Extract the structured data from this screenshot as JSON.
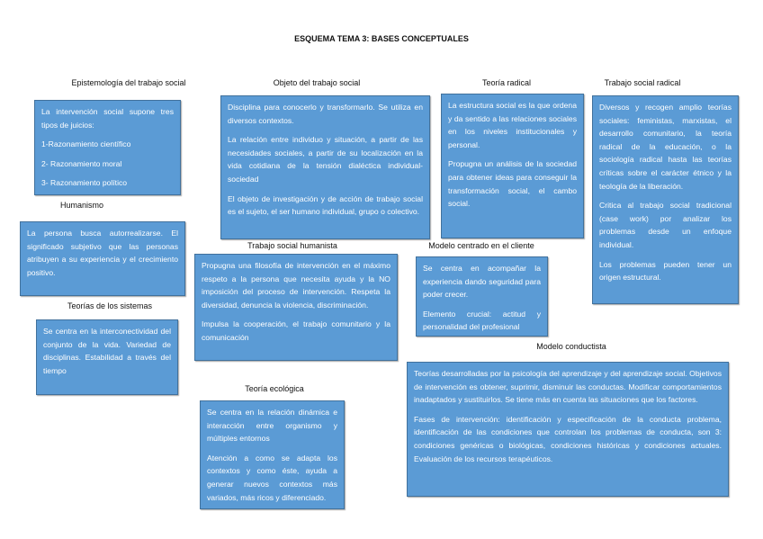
{
  "title": "ESQUEMA TEMA 3: BASES CONCEPTUALES",
  "sections": {
    "epistemologia": {
      "heading": "Epistemología del trabajo social",
      "paragraphs": [
        "La intervención social supone tres tipos de juicios:",
        "1-Razonamiento científico",
        "2- Razonamiento moral",
        "3- Razonamiento político"
      ]
    },
    "objeto": {
      "heading": "Objeto del trabajo social",
      "paragraphs": [
        "Disciplina para conocerlo y transformarlo. Se utiliza en diversos contextos.",
        "La relación entre individuo y situación, a partir de las necesidades sociales, a partir de su localización en la vida cotidiana de la tensión dialéctica individual-sociedad",
        "El objeto de investigación y de acción de trabajo social es el sujeto, el ser humano individual, grupo o colectivo."
      ]
    },
    "teoria_radical": {
      "heading": "Teoría radical",
      "paragraphs": [
        "La estructura social es la que ordena y da sentido a las relaciones sociales en los niveles institucionales y personal.",
        "Propugna un análisis de la sociedad para obtener ideas para conseguir la transformación social, el cambo social."
      ]
    },
    "trabajo_social_radical": {
      "heading": "Trabajo social radical",
      "paragraphs": [
        "Diversos y recogen amplio teorías sociales: feministas, marxistas, el desarrollo comunitario, la teoría radical de la educación, o la sociología radical hasta las teorías críticas sobre el carácter étnico y la teología de la liberación.",
        "Critica al trabajo social tradicional (case work) por analizar los problemas desde un enfoque individual.",
        "Los problemas pueden tener un origen estructural."
      ]
    },
    "humanismo": {
      "heading": "Humanismo",
      "paragraphs": [
        "La persona busca autorrealizarse. El significado subjetivo que las personas atribuyen a su experiencia y el crecimiento positivo."
      ]
    },
    "humanista": {
      "heading": "Trabajo social humanista",
      "paragraphs": [
        "Propugna una filosofía de intervención en el máximo respeto a la persona que necesita ayuda y la NO imposición del proceso de intervención. Respeta la diversidad, denuncia la violencia, discriminación.",
        "Impulsa la cooperación, el trabajo comunitario y la comunicación"
      ]
    },
    "cliente": {
      "heading": "Modelo centrado en el cliente",
      "paragraphs": [
        "Se centra en acompañar la experiencia dando seguridad para poder crecer.",
        "Elemento crucial: actitud y personalidad del profesional"
      ]
    },
    "sistemas": {
      "heading": "Teorías de los sistemas",
      "paragraphs": [
        "Se centra en la interconectividad del conjunto de la vida. Variedad de disciplinas. Estabilidad a través del tiempo"
      ]
    },
    "conductista": {
      "heading": "Modelo conductista",
      "paragraphs": [
        "Teorías desarrolladas por la psicología del aprendizaje y del aprendizaje social. Objetivos de intervención es obtener, suprimir, disminuir las conductas. Modificar comportamientos inadaptados y sustituirlos. Se tiene más en cuenta las situaciones que los factores.",
        "Fases de intervención: identificación y especificación de la conducta problema, identificación de las condiciones que controlan los problemas de conducta, son 3: condiciones genéricas o biológicas, condiciones históricas y condiciones actuales. Evaluación de los recursos terapéuticos."
      ]
    },
    "ecologica": {
      "heading": "Teoría ecológica",
      "paragraphs": [
        "Se centra en la relación dinámica e interacción entre organismo y múltiples entornos",
        "Atención a como se adapta los contextos y como éste, ayuda a generar nuevos contextos más variados, más ricos y diferenciado."
      ]
    }
  },
  "colors": {
    "box_fill": "#5b9bd5",
    "box_border": "#41719c",
    "box_text": "#ffffff"
  }
}
